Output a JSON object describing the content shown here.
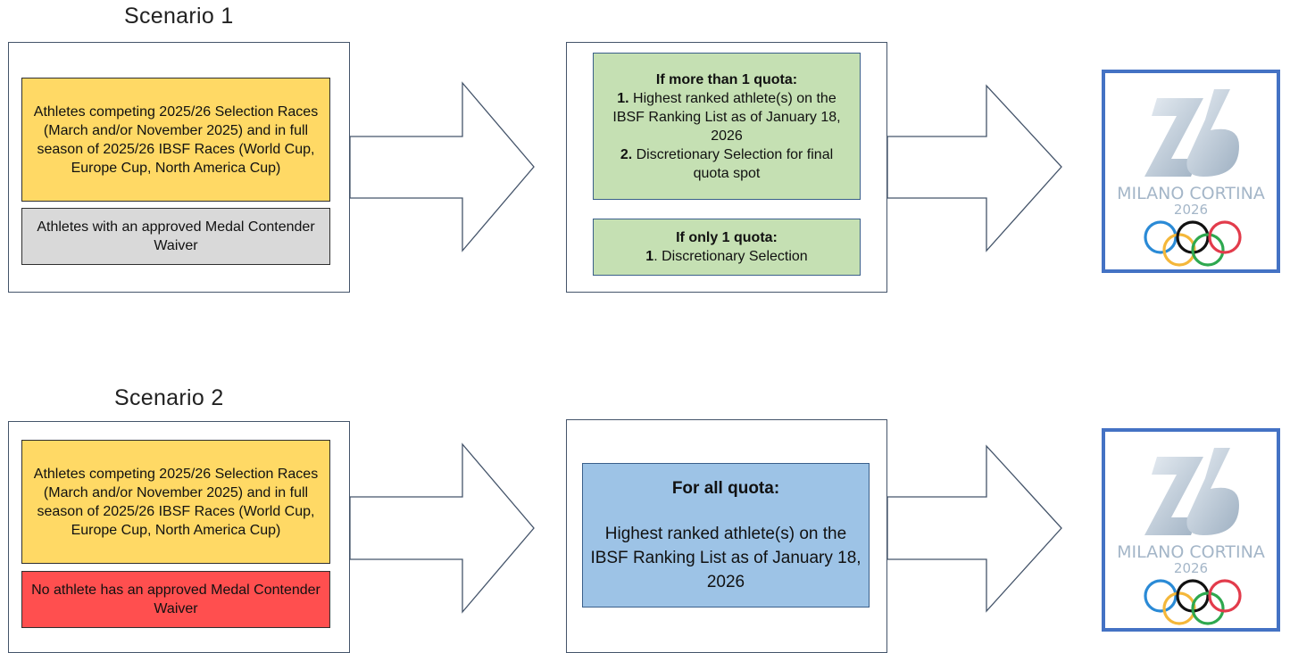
{
  "scenario1": {
    "title": "Scenario 1",
    "eligibility_box": "Athletes competing 2025/26 Selection Races (March and/or November 2025) and in full season of 2025/26 IBSF Races (World Cup, Europe Cup, North America Cup)",
    "waiver_box": "Athletes with an approved Medal Contender Waiver",
    "rule_multi": {
      "heading": "If more than 1 quota:",
      "item1_num": "1.",
      "item1_text": " Highest ranked athlete(s) on the IBSF Ranking List as of January 18, 2026",
      "item2_num": "2.",
      "item2_text": " Discretionary Selection for final quota spot"
    },
    "rule_single": {
      "heading": "If only 1 quota:",
      "item1_num": "1",
      "item1_text": ". Discretionary Selection"
    },
    "logo": {
      "name": "MILANO CORTINA",
      "year": "2026"
    }
  },
  "scenario2": {
    "title": "Scenario 2",
    "eligibility_box": "Athletes competing 2025/26 Selection Races (March and/or November 2025) and in full season of 2025/26 IBSF Races (World Cup, Europe Cup, North America Cup)",
    "waiver_box": "No athlete has an approved Medal Contender Waiver",
    "rule_all": {
      "heading": "For all quota:",
      "text": "Highest ranked athlete(s) on the IBSF Ranking List as of January 18, 2026"
    },
    "logo": {
      "name": "MILANO CORTINA",
      "year": "2026"
    }
  },
  "colors": {
    "eligibility": "#ffd965",
    "waiver_yes": "#d9d9d9",
    "waiver_no": "#ff4f4f",
    "rule_green": "#c5e0b3",
    "rule_blue": "#9dc3e6",
    "logo_border": "#4472c4"
  }
}
